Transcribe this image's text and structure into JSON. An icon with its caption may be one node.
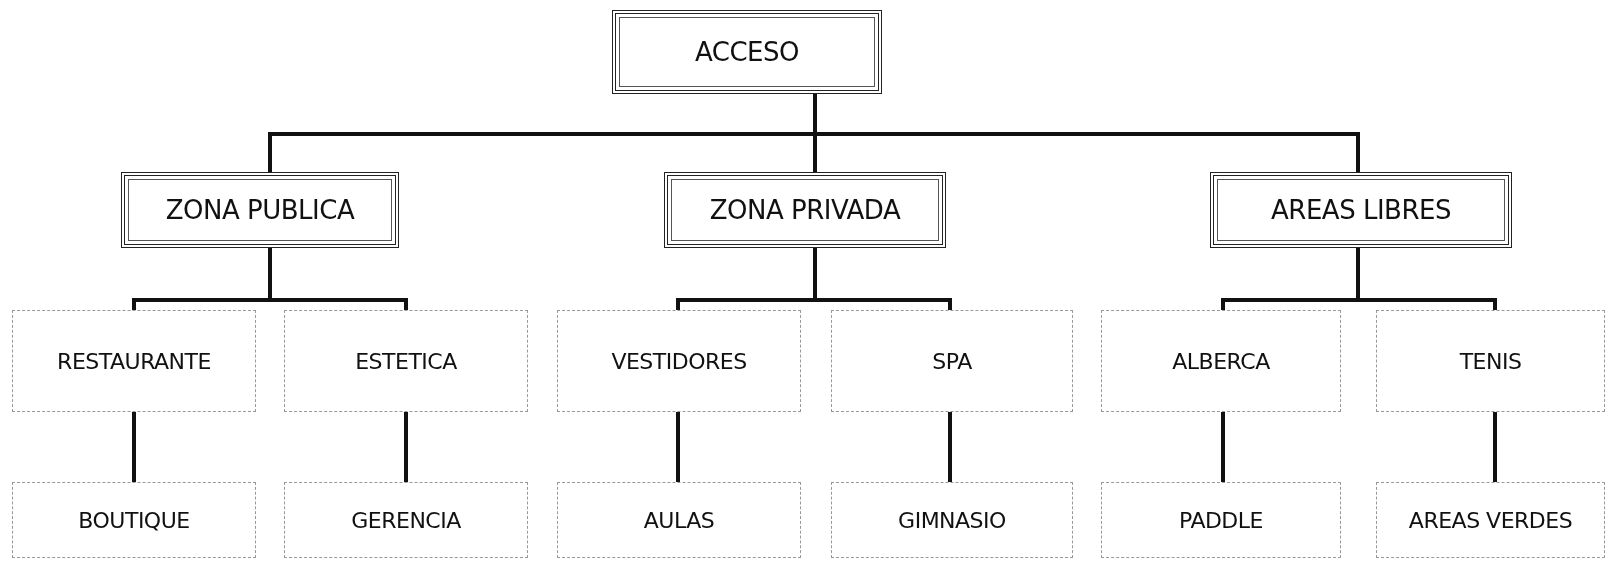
{
  "diagram": {
    "nodes": [
      {
        "text": [
          "ACCESO"
        ]
      },
      {
        "text": [
          "ZONA PUBLICA"
        ]
      },
      {
        "text": [
          "ZONA PRIVADA"
        ]
      },
      {
        "text": [
          "AREAS LIBRES"
        ]
      },
      {
        "text": [
          "RESTAURANTE"
        ]
      },
      {
        "text": [
          "ESTETICA"
        ]
      },
      {
        "text": [
          "VESTIDORES"
        ]
      },
      {
        "text": [
          "SPA"
        ]
      },
      {
        "text": [
          "ALBERCA"
        ]
      },
      {
        "text": [
          "TENIS"
        ]
      },
      {
        "text": [
          "BOUTIQUE"
        ]
      },
      {
        "text": [
          "GERENCIA"
        ]
      },
      {
        "text": [
          "AULAS"
        ]
      },
      {
        "text": [
          "GIMNASIO"
        ]
      },
      {
        "text": [
          "PADDLE"
        ]
      },
      {
        "text": [
          "AREAS VERDES"
        ]
      }
    ],
    "edges": [
      {
        "from": 0,
        "to": 1,
        "arrow": "none"
      },
      {
        "from": 0,
        "to": 2,
        "arrow": "none"
      },
      {
        "from": 0,
        "to": 3,
        "arrow": "none"
      },
      {
        "from": 1,
        "to": 4,
        "arrow": "none"
      },
      {
        "from": 1,
        "to": 5,
        "arrow": "none"
      },
      {
        "from": 2,
        "to": 6,
        "arrow": "none"
      },
      {
        "from": 2,
        "to": 7,
        "arrow": "none"
      },
      {
        "from": 3,
        "to": 8,
        "arrow": "none"
      },
      {
        "from": 3,
        "to": 9,
        "arrow": "none"
      },
      {
        "from": 4,
        "to": 10,
        "arrow": "none"
      },
      {
        "from": 5,
        "to": 11,
        "arrow": "none"
      },
      {
        "from": 6,
        "to": 12,
        "arrow": "none"
      },
      {
        "from": 7,
        "to": 13,
        "arrow": "none"
      },
      {
        "from": 8,
        "to": 14,
        "arrow": "none"
      },
      {
        "from": 9,
        "to": 15,
        "arrow": "none"
      }
    ]
  }
}
